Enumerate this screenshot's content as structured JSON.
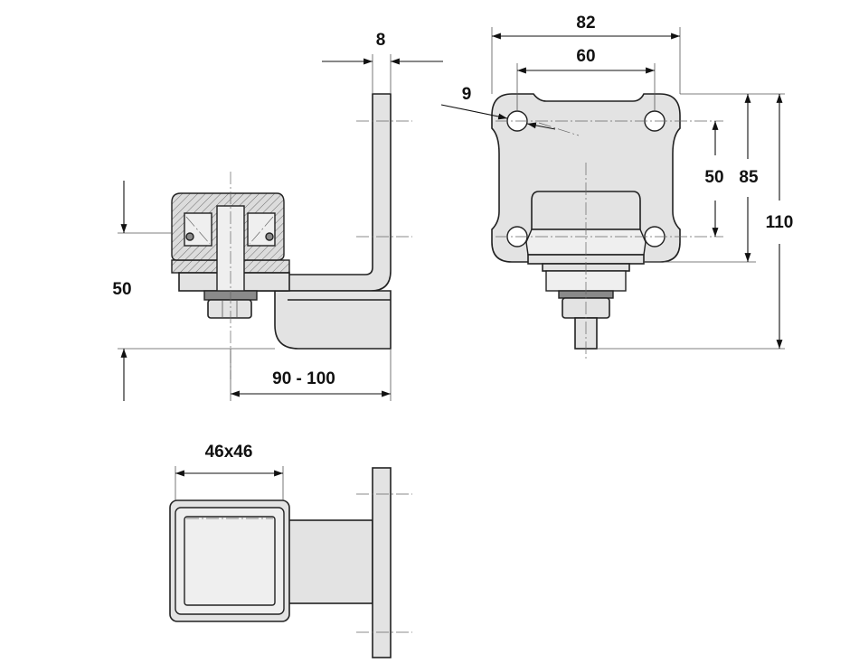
{
  "dimensions": {
    "plate_thickness": "8",
    "plate_width": "82",
    "hole_spacing_horizontal": "60",
    "hole_diameter": "9",
    "hole_spacing_vertical": "50",
    "plate_height_85": "85",
    "total_height": "110",
    "side_height": "50",
    "reach": "90 - 100",
    "tube_size": "46x46"
  },
  "colors": {
    "part_fill": "#e3e3e3",
    "outline": "#222222",
    "dimension": "#111111"
  }
}
